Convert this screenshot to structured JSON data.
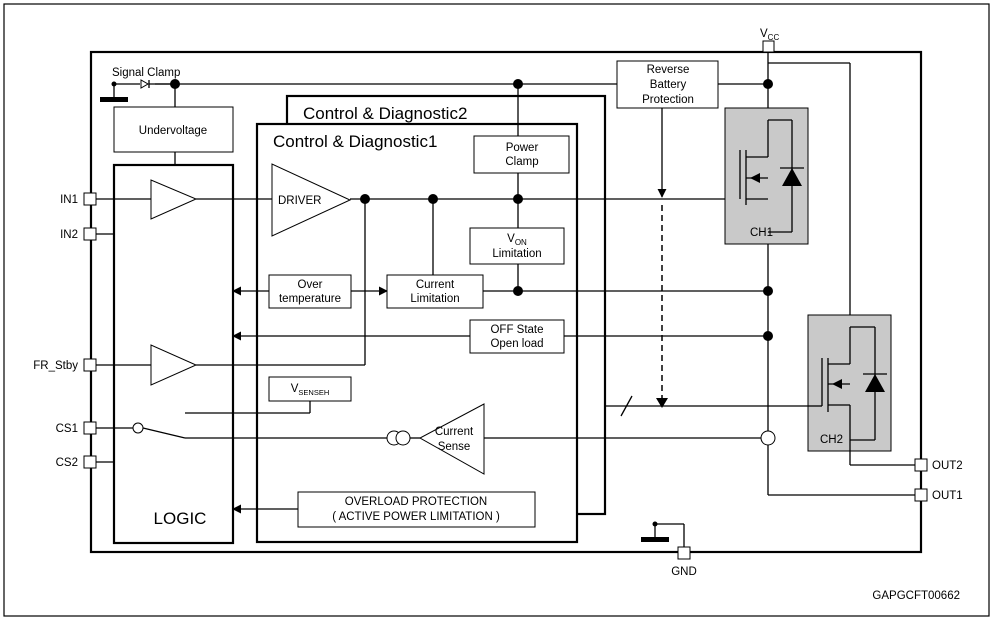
{
  "labels": {
    "vcc_main": "V",
    "vcc_sub": "CC",
    "signal_clamp": "Signal Clamp",
    "undervoltage": "Undervoltage",
    "reverse_battery": [
      "Reverse",
      "Battery",
      "Protection"
    ],
    "control_diag2": "Control &  Diagnostic2",
    "control_diag1": "Control &  Diagnostic1",
    "power_clamp": [
      "Power",
      "Clamp"
    ],
    "driver": "DRIVER",
    "von_main": "V",
    "von_sub": "ON",
    "von_limitation": "Limitation",
    "over_temperature": [
      "Over",
      "temperature"
    ],
    "current_limitation": [
      "Current",
      "Limitation"
    ],
    "off_state": [
      "OFF State",
      "Open load"
    ],
    "vsenseh_main": "V",
    "vsenseh_sub": "SENSEH",
    "current_sense": [
      "Current",
      "Sense"
    ],
    "overload": [
      "OVERLOAD PROTECTION",
      "( ACTIVE POWER LIMITATION )"
    ],
    "logic": "LOGIC",
    "ch1": "CH1",
    "ch2": "CH2",
    "gnd": "GND",
    "figure_code": "GAPGCFT00662"
  },
  "pins": {
    "in1": "IN1",
    "in2": "IN2",
    "fr_stby": "FR_Stby",
    "cs1": "CS1",
    "cs2": "CS2",
    "out1": "OUT1",
    "out2": "OUT2"
  }
}
